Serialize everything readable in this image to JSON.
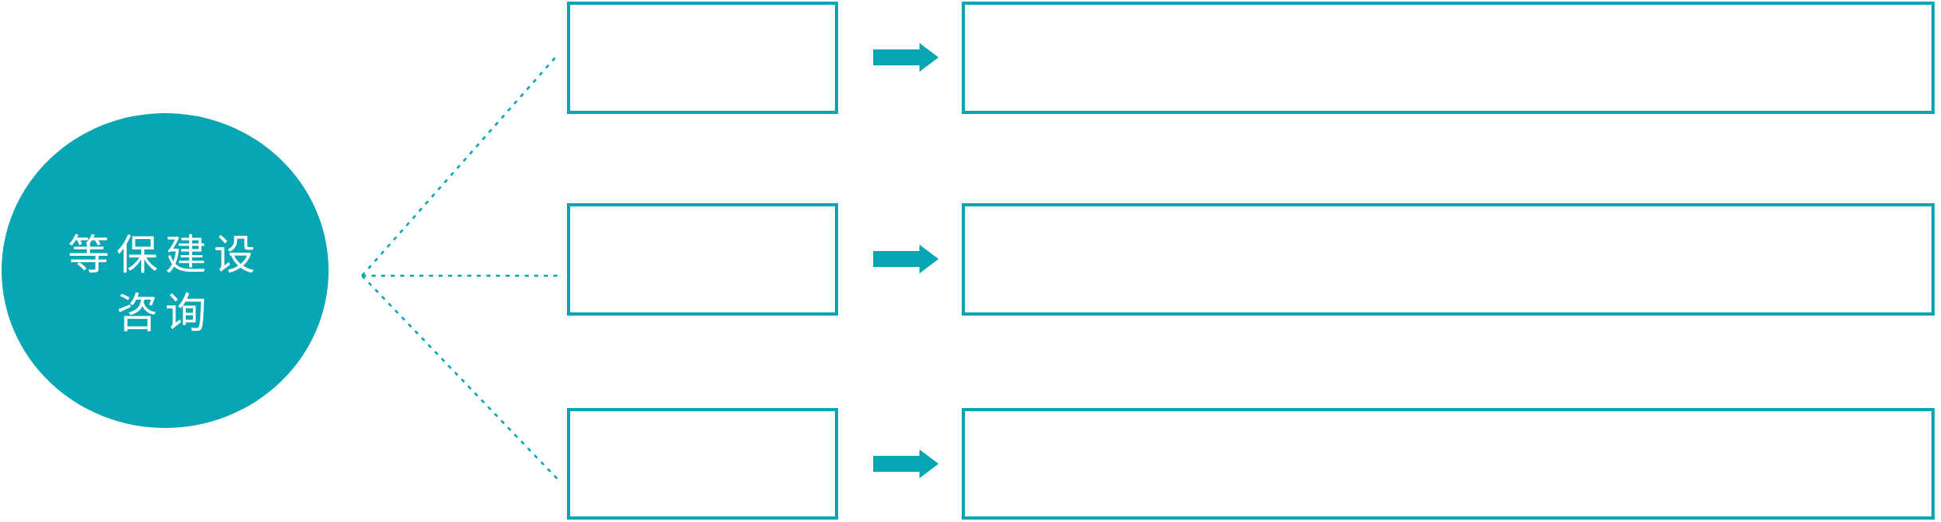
{
  "diagram": {
    "background": "#ffffff",
    "root_node": {
      "shape": "ellipse",
      "label_line1": "等保建设",
      "label_line2": "咨询",
      "fill": "#08a5b2",
      "text_color": "#ffffff"
    },
    "rows": [
      {
        "id": "top",
        "small_box_text": "",
        "large_box_text": ""
      },
      {
        "id": "middle",
        "small_box_text": "",
        "large_box_text": ""
      },
      {
        "id": "bottom",
        "small_box_text": "",
        "large_box_text": ""
      }
    ],
    "connectors": {
      "style": "dotted",
      "color": "#08a5b2",
      "count": 3
    },
    "arrows": {
      "icon": "right-arrow-icon",
      "color": "#08a5b2",
      "count": 3
    },
    "colors": {
      "accent_teal": "#08a5b2",
      "box_border": "#08a5b2",
      "box_fill": "#ffffff"
    }
  }
}
